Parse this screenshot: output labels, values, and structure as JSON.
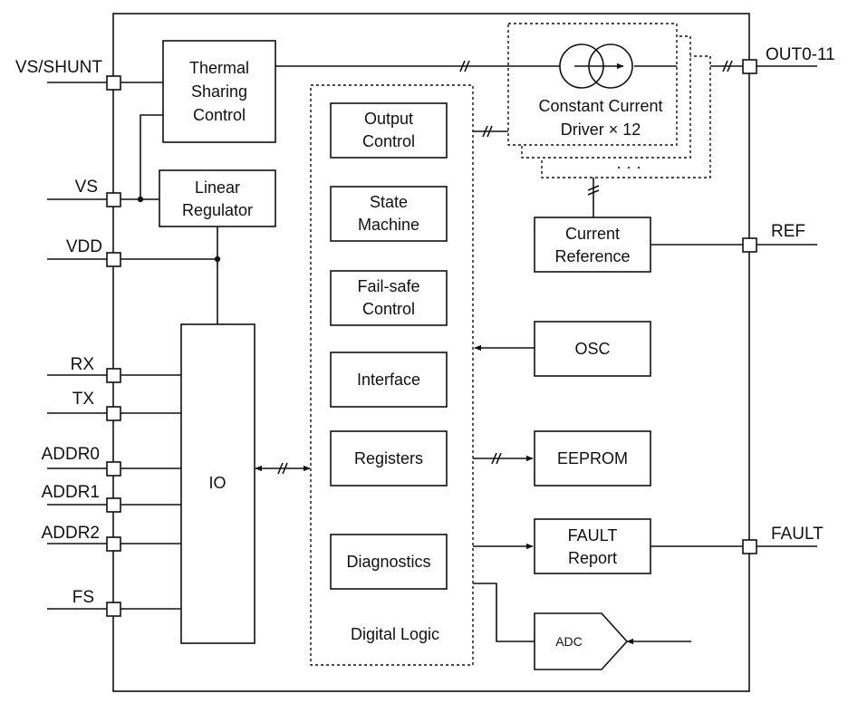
{
  "pins": {
    "vs_shunt": "VS/SHUNT",
    "vs": "VS",
    "vdd": "VDD",
    "rx": "RX",
    "tx": "TX",
    "addr0": "ADDR0",
    "addr1": "ADDR1",
    "addr2": "ADDR2",
    "fs": "FS",
    "out": "OUT0-11",
    "ref": "REF",
    "fault": "FAULT"
  },
  "blocks": {
    "thermal": [
      "Thermal",
      "Sharing",
      "Control"
    ],
    "linear_regulator": [
      "Linear",
      "Regulator"
    ],
    "io": "IO",
    "output_control": [
      "Output",
      "Control"
    ],
    "state_machine": [
      "State",
      "Machine"
    ],
    "failsafe_control": [
      "Fail-safe",
      "Control"
    ],
    "interface": "Interface",
    "registers": "Registers",
    "diagnostics": "Diagnostics",
    "digital_logic": "Digital Logic",
    "driver": [
      "Constant Current",
      "Driver × 12"
    ],
    "driver_more": "· · ·",
    "current_reference": [
      "Current",
      "Reference"
    ],
    "osc": "OSC",
    "eeprom": "EEPROM",
    "fault_report": [
      "FAULT",
      "Report"
    ],
    "adc": "ADC"
  },
  "bus_mark": "//"
}
